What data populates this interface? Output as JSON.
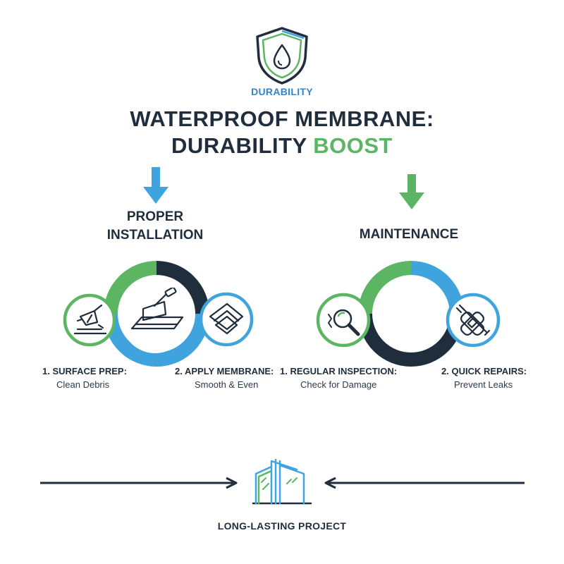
{
  "badge": {
    "label": "DURABILITY",
    "icon": "shield-water-drop-icon"
  },
  "title": {
    "line1": "WATERPROOF MEMBRANE:",
    "line2_main": "DURABILITY",
    "line2_accent": "BOOST"
  },
  "left_section": {
    "title_line1": "PROPER",
    "title_line2": "INSTALLATION",
    "steps": [
      {
        "title": "1. SURFACE PREP:",
        "desc": "Clean Debris",
        "icon": "scraper-brush-icon"
      },
      {
        "title": "2. APPLY MEMBRANE:",
        "desc": "Smooth & Even",
        "icon": "trowel-membrane-icon"
      },
      {
        "icon": "membrane-roll-icon"
      }
    ]
  },
  "right_section": {
    "title": "MAINTENANCE",
    "steps": [
      {
        "title": "1. REGULAR INSPECTION:",
        "desc": "Check for Damage",
        "icon": "magnifier-icon"
      },
      {
        "title": "2. QUICK REPAIRS:",
        "desc": "Prevent Leaks",
        "icon": "wrench-bandage-icon"
      }
    ]
  },
  "result": {
    "label": "LONG-LASTING PROJECT",
    "icon": "building-icon"
  },
  "colors": {
    "dark": "#1f2d3d",
    "blue": "#3fa3de",
    "green": "#5cb562",
    "label_blue": "#2f86c8"
  }
}
